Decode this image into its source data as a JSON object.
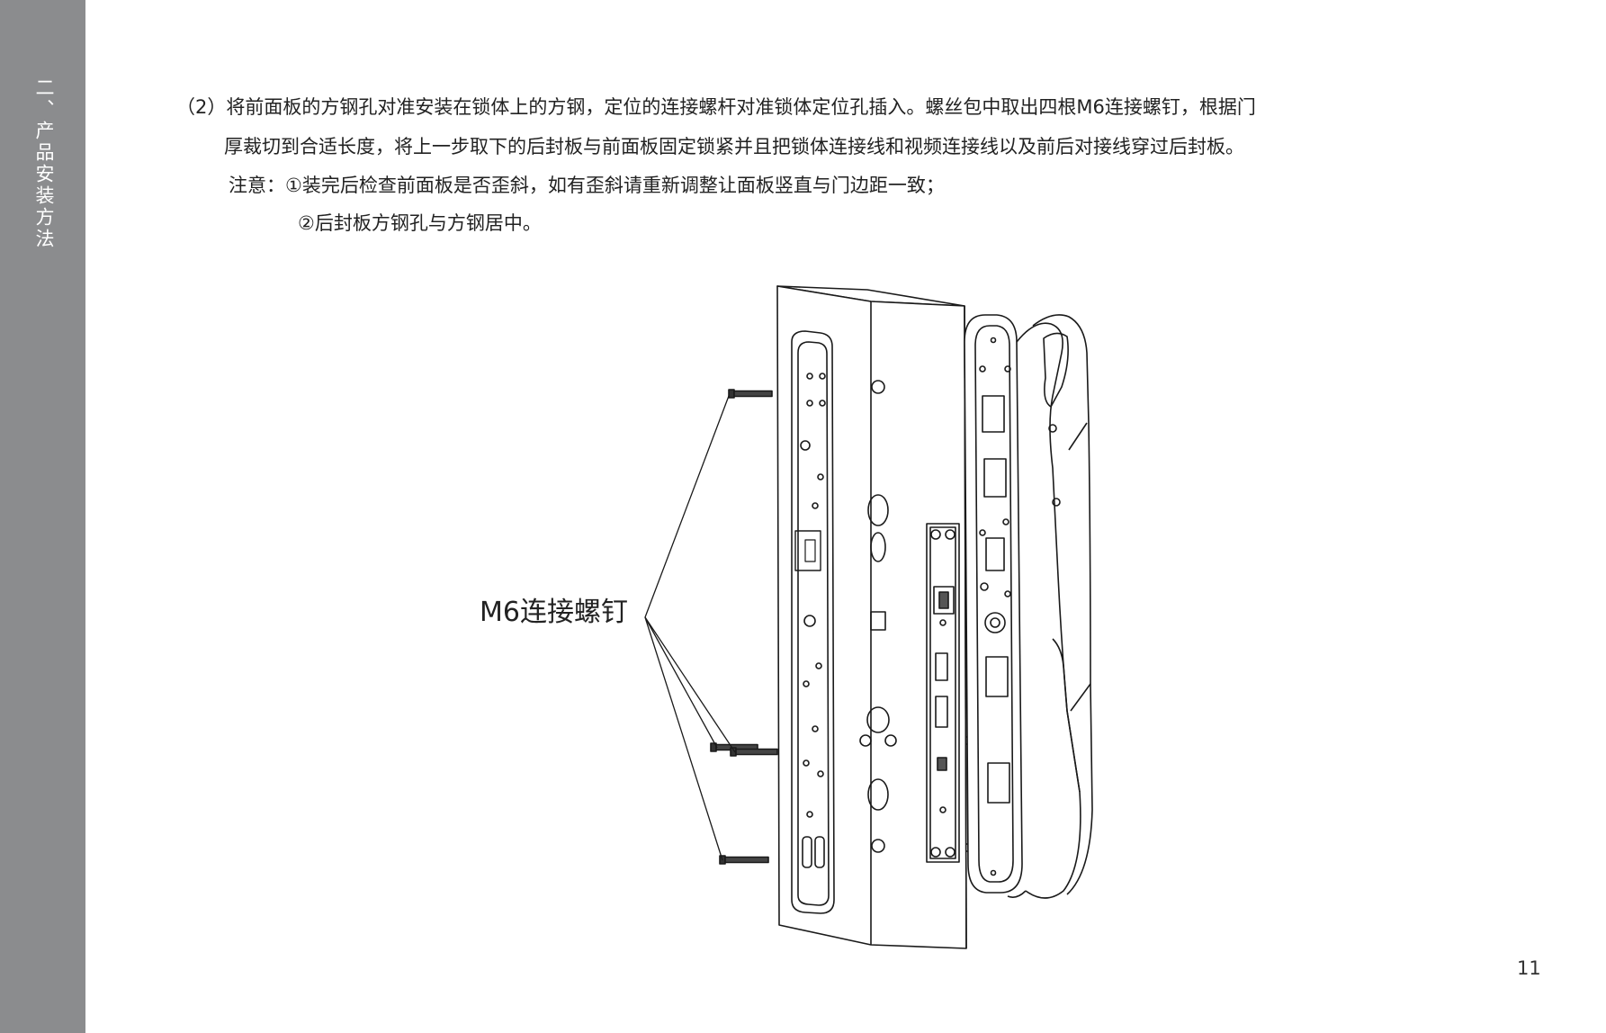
{
  "sidebar": {
    "section_title": "二、产品安装方法"
  },
  "instructions": {
    "step_line1": "（2）将前面板的方钢孔对准安装在锁体上的方钢，定位的连接螺杆对准锁体定位孔插入。螺丝包中取出四根M6连接螺钉，根据门",
    "step_line2": "厚裁切到合适长度，将上一步取下的后封板与前面板固定锁紧并且把锁体连接线和视频连接线以及前后对接线穿过后封板。",
    "note1": "注意：①装完后检查前面板是否歪斜，如有歪斜请重新调整让面板竖直与门边距一致；",
    "note2": "②后封板方钢孔与方钢居中。"
  },
  "diagram": {
    "screw_label": "M6连接螺钉"
  },
  "footer": {
    "page_number": "11"
  }
}
